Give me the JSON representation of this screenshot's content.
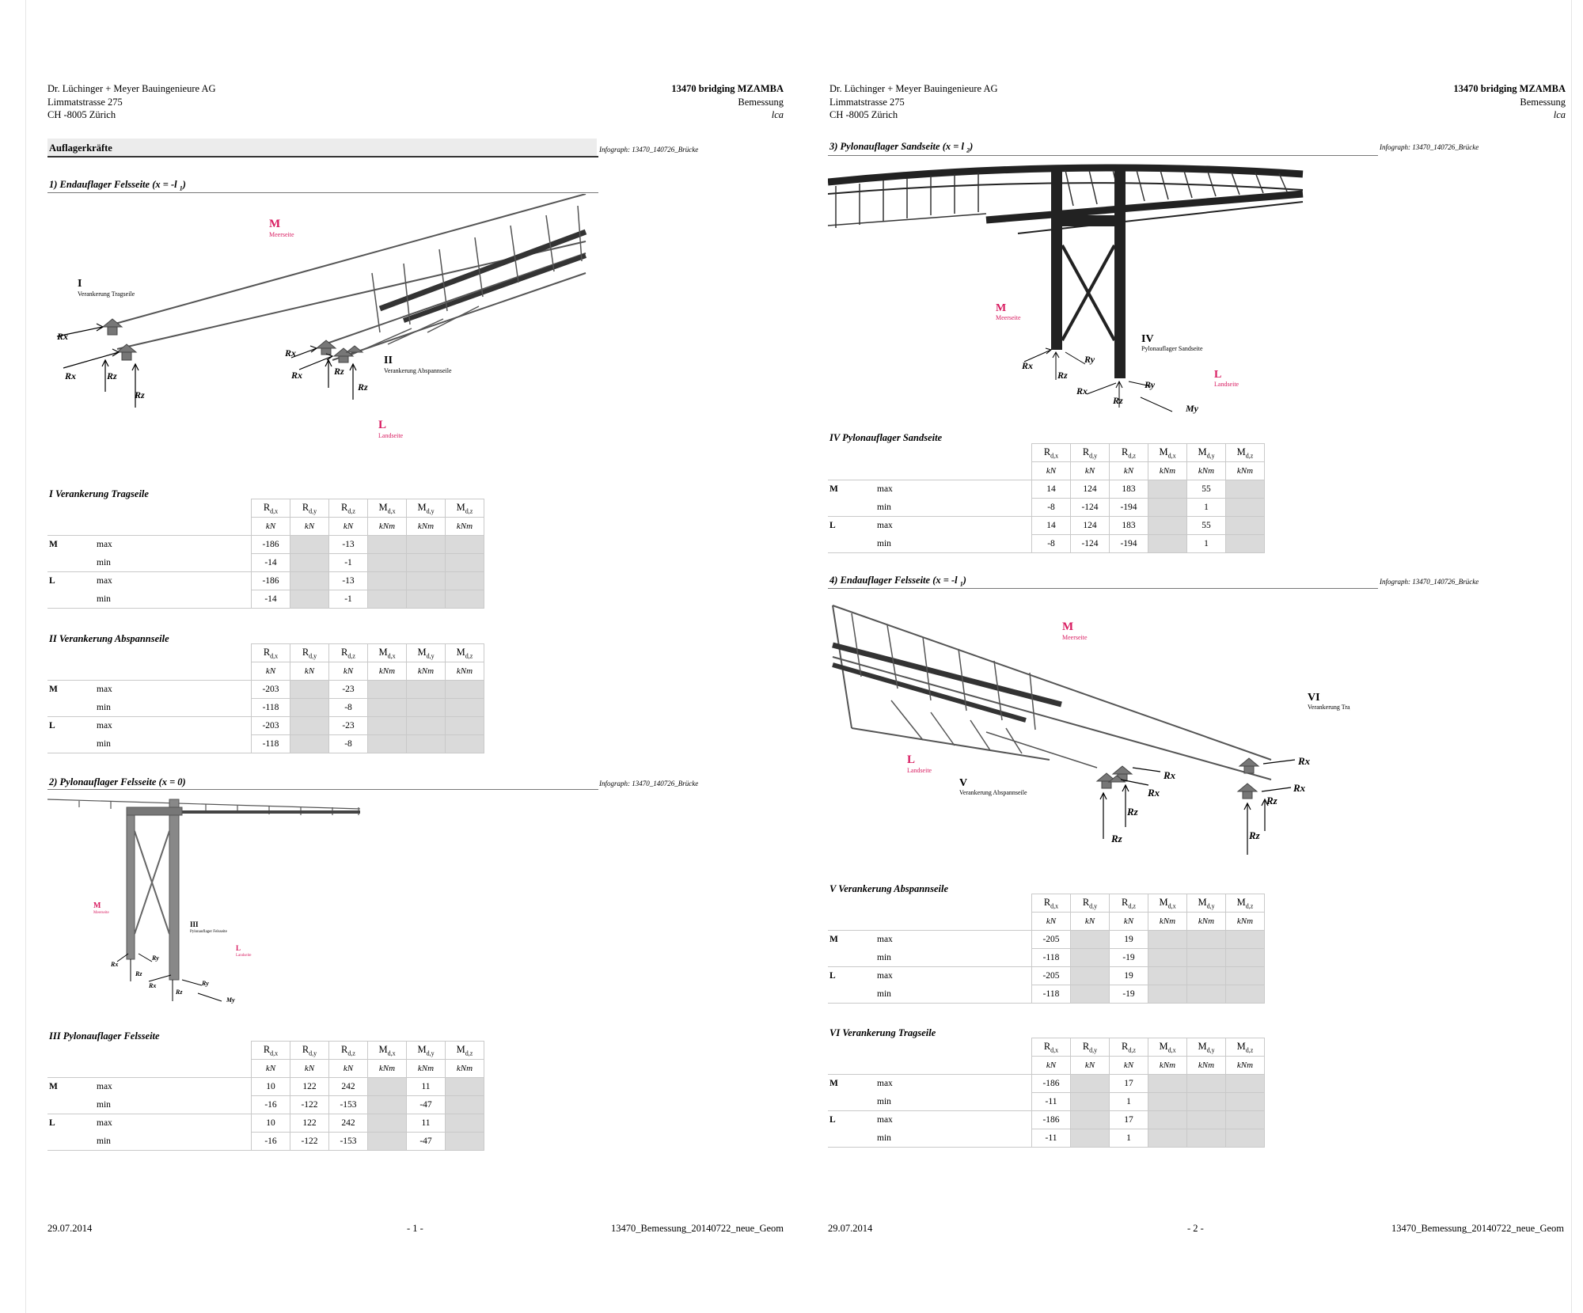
{
  "pages": [
    {
      "company": [
        "Dr. Lüchinger + Meyer Bauingenieure AG",
        "Limmatstrasse 275",
        "CH -8005 Zürich"
      ],
      "project": "13470 bridging MZAMBA",
      "subject": "Bemessung",
      "code": "lca",
      "footer": {
        "date": "29.07.2014",
        "page": "- 1 -",
        "file": "13470_Bemessung_20140722_neue_Geom"
      }
    },
    {
      "company": [
        "Dr. Lüchinger + Meyer Bauingenieure AG",
        "Limmatstrasse 275",
        "CH -8005 Zürich"
      ],
      "project": "13470 bridging MZAMBA",
      "subject": "Bemessung",
      "code": "lca",
      "footer": {
        "date": "29.07.2014",
        "page": "- 2 -",
        "file": "13470_Bemessung_20140722_neue_Geom"
      }
    }
  ],
  "main_title": "Auflagerkräfte",
  "infograph": "Infograph: 13470_140726_Brücke",
  "sections": {
    "s1": "1) Endauflager Felsseite (x = -l",
    "s1_sub": "1",
    "s2": "2) Pylonauflager Felsseite (x = 0)",
    "s3": "3) Pylonauflager Sandseite (x = l",
    "s3_sub": "2",
    "s4": "4) Endauflager Felsseite (x = -l",
    "s4_sub": "1",
    "close": ")"
  },
  "diagram_labels": {
    "M": "M",
    "meerseite": "Meerseite",
    "L": "L",
    "landseite": "Landseite",
    "I": "I",
    "I_desc": "Verankerung Tragseile",
    "II": "II",
    "II_desc": "Verankerung Abspannseile",
    "III": "III",
    "III_desc": "Pylonauflager Felsseite",
    "IV": "IV",
    "IV_desc": "Pylonauflager Sandseite",
    "V": "V",
    "V_desc": "Verankerung Abspannseile",
    "VI": "VI",
    "VI_desc": "Verankerung Tragseile",
    "Rx": "Rx",
    "Ry": "Ry",
    "Rz": "Rz",
    "My": "My"
  },
  "table_header": {
    "cols": [
      {
        "main": "R",
        "sub": "d,x"
      },
      {
        "main": "R",
        "sub": "d,y"
      },
      {
        "main": "R",
        "sub": "d,z"
      },
      {
        "main": "M",
        "sub": "d,x"
      },
      {
        "main": "M",
        "sub": "d,y"
      },
      {
        "main": "M",
        "sub": "d,z"
      }
    ],
    "units": [
      "kN",
      "kN",
      "kN",
      "kNm",
      "kNm",
      "kNm"
    ]
  },
  "tables": [
    {
      "id": "t1",
      "title": "I Verankerung Tragseile",
      "rows": [
        {
          "side": "M",
          "type": "max",
          "vals": [
            "-186",
            "",
            "-13",
            "",
            "",
            ""
          ]
        },
        {
          "side": "",
          "type": "min",
          "vals": [
            "-14",
            "",
            "-1",
            "",
            "",
            ""
          ]
        },
        {
          "side": "L",
          "type": "max",
          "vals": [
            "-186",
            "",
            "-13",
            "",
            "",
            ""
          ]
        },
        {
          "side": "",
          "type": "min",
          "vals": [
            "-14",
            "",
            "-1",
            "",
            "",
            ""
          ]
        }
      ]
    },
    {
      "id": "t2",
      "title": "II Verankerung Abspannseile",
      "rows": [
        {
          "side": "M",
          "type": "max",
          "vals": [
            "-203",
            "",
            "-23",
            "",
            "",
            ""
          ]
        },
        {
          "side": "",
          "type": "min",
          "vals": [
            "-118",
            "",
            "-8",
            "",
            "",
            ""
          ]
        },
        {
          "side": "L",
          "type": "max",
          "vals": [
            "-203",
            "",
            "-23",
            "",
            "",
            ""
          ]
        },
        {
          "side": "",
          "type": "min",
          "vals": [
            "-118",
            "",
            "-8",
            "",
            "",
            ""
          ]
        }
      ]
    },
    {
      "id": "t3",
      "title": "III Pylonauflager Felsseite",
      "rows": [
        {
          "side": "M",
          "type": "max",
          "vals": [
            "10",
            "122",
            "242",
            "",
            "11",
            ""
          ]
        },
        {
          "side": "",
          "type": "min",
          "vals": [
            "-16",
            "-122",
            "-153",
            "",
            "-47",
            ""
          ]
        },
        {
          "side": "L",
          "type": "max",
          "vals": [
            "10",
            "122",
            "242",
            "",
            "11",
            ""
          ]
        },
        {
          "side": "",
          "type": "min",
          "vals": [
            "-16",
            "-122",
            "-153",
            "",
            "-47",
            ""
          ]
        }
      ]
    },
    {
      "id": "t4",
      "title": "IV Pylonauflager Sandseite",
      "rows": [
        {
          "side": "M",
          "type": "max",
          "vals": [
            "14",
            "124",
            "183",
            "",
            "55",
            ""
          ]
        },
        {
          "side": "",
          "type": "min",
          "vals": [
            "-8",
            "-124",
            "-194",
            "",
            "1",
            ""
          ]
        },
        {
          "side": "L",
          "type": "max",
          "vals": [
            "14",
            "124",
            "183",
            "",
            "55",
            ""
          ]
        },
        {
          "side": "",
          "type": "min",
          "vals": [
            "-8",
            "-124",
            "-194",
            "",
            "1",
            ""
          ]
        }
      ]
    },
    {
      "id": "t5",
      "title": "V Verankerung Abspannseile",
      "rows": [
        {
          "side": "M",
          "type": "max",
          "vals": [
            "-205",
            "",
            "19",
            "",
            "",
            ""
          ]
        },
        {
          "side": "",
          "type": "min",
          "vals": [
            "-118",
            "",
            "-19",
            "",
            "",
            ""
          ]
        },
        {
          "side": "L",
          "type": "max",
          "vals": [
            "-205",
            "",
            "19",
            "",
            "",
            ""
          ]
        },
        {
          "side": "",
          "type": "min",
          "vals": [
            "-118",
            "",
            "-19",
            "",
            "",
            ""
          ]
        }
      ]
    },
    {
      "id": "t6",
      "title": "VI Verankerung Tragseile",
      "rows": [
        {
          "side": "M",
          "type": "max",
          "vals": [
            "-186",
            "",
            "17",
            "",
            "",
            ""
          ]
        },
        {
          "side": "",
          "type": "min",
          "vals": [
            "-11",
            "",
            "1",
            "",
            "",
            ""
          ]
        },
        {
          "side": "L",
          "type": "max",
          "vals": [
            "-186",
            "",
            "17",
            "",
            "",
            ""
          ]
        },
        {
          "side": "",
          "type": "min",
          "vals": [
            "-11",
            "",
            "1",
            "",
            "",
            ""
          ]
        }
      ]
    }
  ]
}
